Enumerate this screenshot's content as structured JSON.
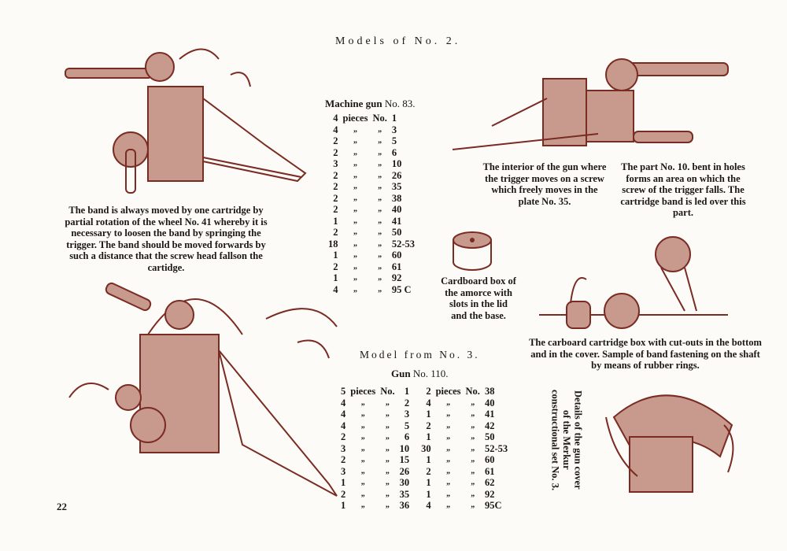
{
  "page_title": "Models of No. 2.",
  "page_number": "22",
  "machine_gun": {
    "title_bold": "Machine gun",
    "title_rest": "No. 83.",
    "header": {
      "qty": "4",
      "pieces": "pieces",
      "no": "No.",
      "part": "1"
    },
    "rows": [
      {
        "qty": "4",
        "part": "3"
      },
      {
        "qty": "2",
        "part": "5"
      },
      {
        "qty": "2",
        "part": "6"
      },
      {
        "qty": "3",
        "part": "10"
      },
      {
        "qty": "2",
        "part": "26"
      },
      {
        "qty": "2",
        "part": "35"
      },
      {
        "qty": "2",
        "part": "38"
      },
      {
        "qty": "2",
        "part": "40"
      },
      {
        "qty": "1",
        "part": "41"
      },
      {
        "qty": "2",
        "part": "50"
      },
      {
        "qty": "18",
        "part": "52-53"
      },
      {
        "qty": "1",
        "part": "60"
      },
      {
        "qty": "2",
        "part": "61"
      },
      {
        "qty": "1",
        "part": "92"
      },
      {
        "qty": "4",
        "part": "95 C"
      }
    ]
  },
  "ditto": "„",
  "band_text": "The band is always moved by one cartridge by partial rotation of the wheel No. 41 whereby it is necessary to loosen the band by springing the trigger. The band should be moved forwards by such a distance that the screw head fallson the cartidge.",
  "interior_text": "The interior of the gun where the trigger moves on a screw which freely moves in the plate No. 35.",
  "part10_text": "The part No. 10. bent in holes forms an area on which the screw of the trigger falls. The cartridge band is led over this part.",
  "cardboard_text": "Cardboard box of the amorce with slots in the lid and the base.",
  "cartridge_box_text": "The carboard cartridge box with cut-outs in the bottom and in the cover. Sample of band fastening on the shaft by means of rubber rings.",
  "model3_title": "Model from No. 3.",
  "gun": {
    "title_bold": "Gun",
    "title_rest": "No. 110.",
    "header_left": {
      "qty": "5",
      "pieces": "pieces",
      "no": "No.",
      "part": "1"
    },
    "header_right": {
      "qty": "2",
      "pieces": "pieces",
      "no": "No.",
      "part": "38"
    },
    "rows": [
      {
        "q1": "4",
        "p1": "2",
        "q2": "4",
        "p2": "40"
      },
      {
        "q1": "4",
        "p1": "3",
        "q2": "1",
        "p2": "41"
      },
      {
        "q1": "4",
        "p1": "5",
        "q2": "2",
        "p2": "42"
      },
      {
        "q1": "2",
        "p1": "6",
        "q2": "1",
        "p2": "50"
      },
      {
        "q1": "3",
        "p1": "10",
        "q2": "30",
        "p2": "52-53"
      },
      {
        "q1": "2",
        "p1": "15",
        "q2": "1",
        "p2": "60"
      },
      {
        "q1": "3",
        "p1": "26",
        "q2": "2",
        "p2": "61"
      },
      {
        "q1": "1",
        "p1": "30",
        "q2": "1",
        "p2": "62"
      },
      {
        "q1": "2",
        "p1": "35",
        "q2": "1",
        "p2": "92"
      },
      {
        "q1": "1",
        "p1": "36",
        "q2": "4",
        "p2": "95C"
      }
    ]
  },
  "details_text": "Details of the gun cover of the Merkur constructional set No. 3.",
  "colors": {
    "ink": "#1b1714",
    "illustration": "#7a2b22",
    "paper": "#fcfbf8"
  }
}
